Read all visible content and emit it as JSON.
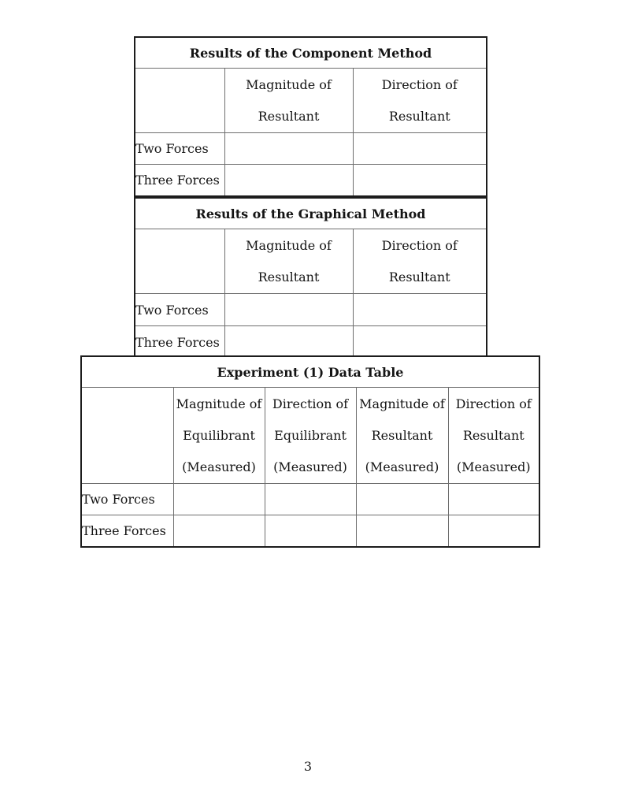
{
  "page": {
    "number": "3"
  },
  "tables": [
    {
      "title": "Results of the Component Method",
      "col_headers": [
        "Magnitude of\nResultant",
        "Direction of\nResultant"
      ],
      "rows": [
        {
          "label": "Two Forces",
          "cells": [
            "",
            ""
          ]
        },
        {
          "label": "Three Forces",
          "cells": [
            "",
            ""
          ]
        }
      ]
    },
    {
      "title": "Results of the Graphical Method",
      "col_headers": [
        "Magnitude of\nResultant",
        "Direction of\nResultant"
      ],
      "rows": [
        {
          "label": "Two Forces",
          "cells": [
            "",
            ""
          ]
        },
        {
          "label": "Three Forces",
          "cells": [
            "",
            ""
          ]
        }
      ]
    },
    {
      "title": "Experiment (1) Data Table",
      "col_headers": [
        "Magnitude of\nEquilibrant\n(Measured)",
        "Direction of\nEquilibrant\n(Measured)",
        "Magnitude of\nResultant\n(Measured)",
        "Direction of\nResultant\n(Measured)"
      ],
      "rows": [
        {
          "label": "Two Forces",
          "cells": [
            "",
            "",
            "",
            ""
          ]
        },
        {
          "label": "Three Forces",
          "cells": [
            "",
            "",
            "",
            ""
          ]
        }
      ]
    }
  ]
}
